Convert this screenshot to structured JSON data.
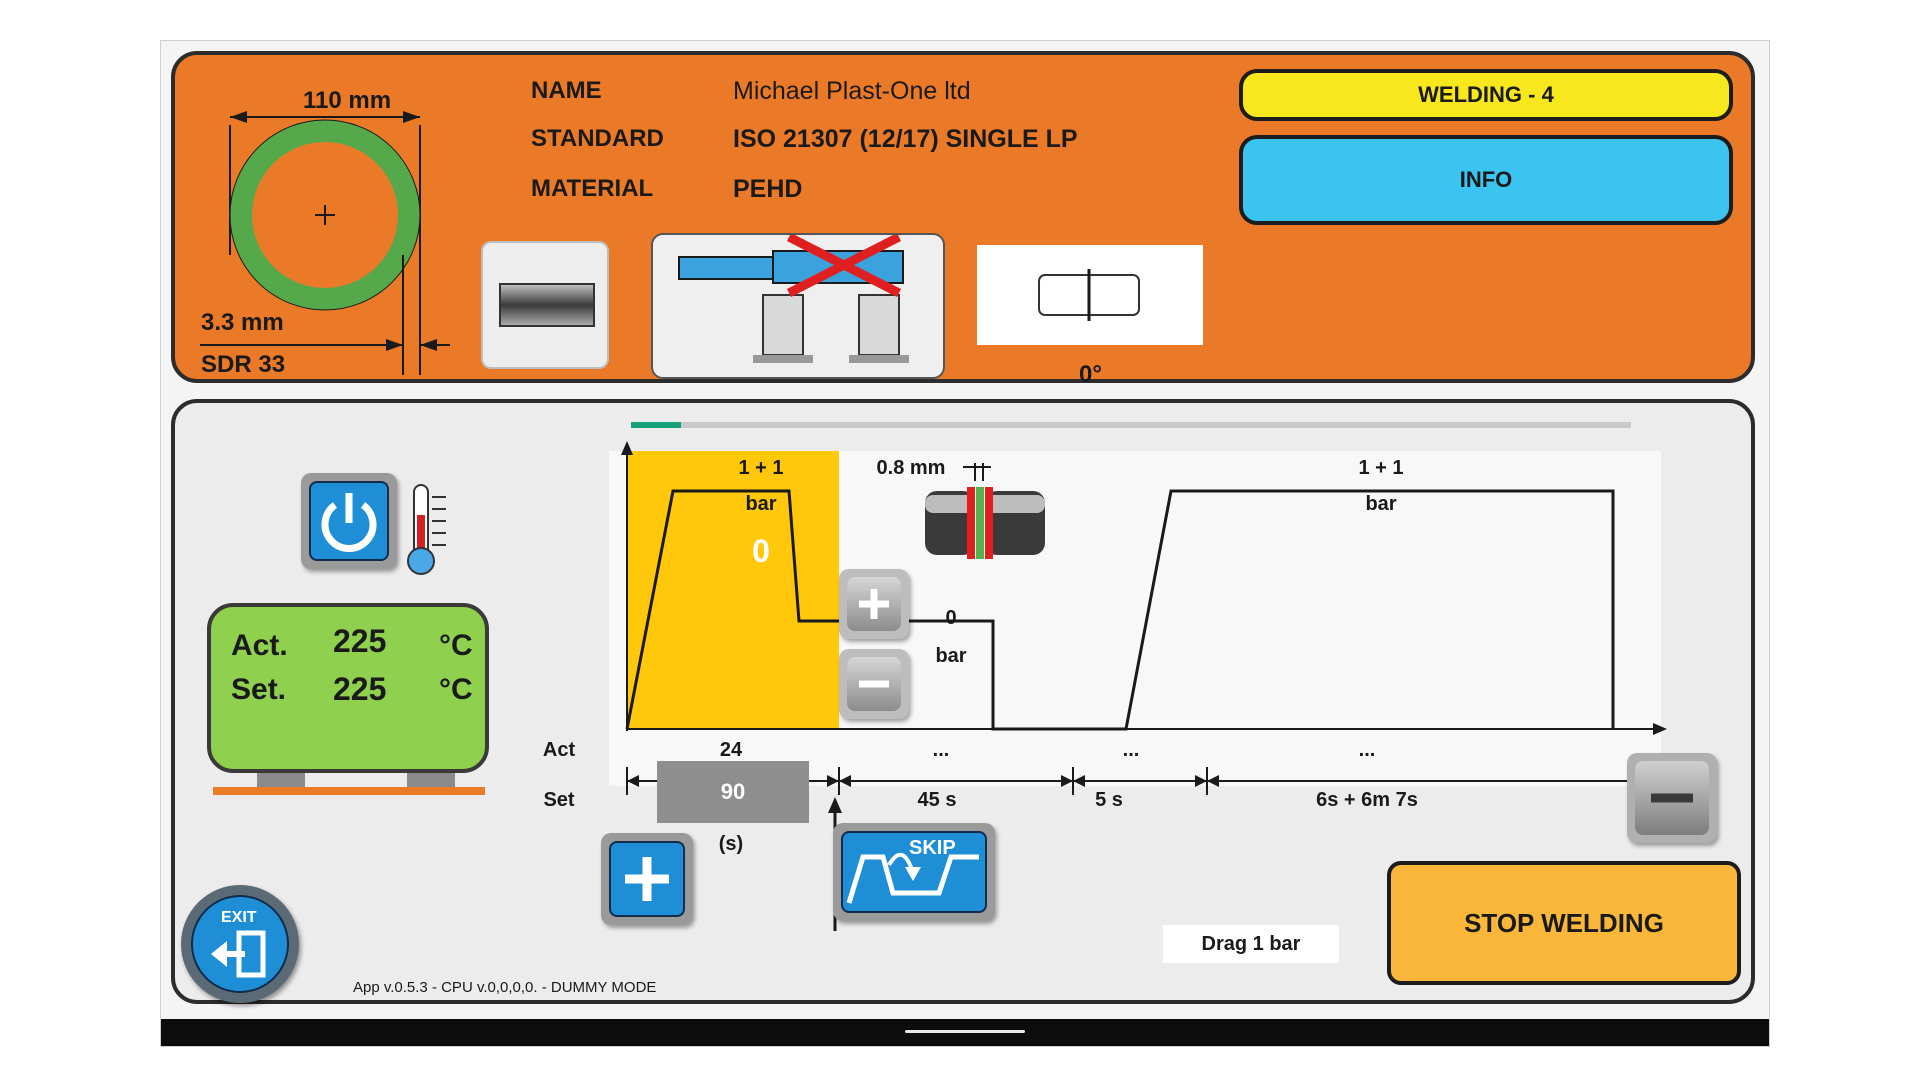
{
  "pipe": {
    "diameter": "110 mm",
    "wall": "3.3 mm",
    "sdr": "SDR 33"
  },
  "info": {
    "name_label": "NAME",
    "name_value": "Michael Plast-One ltd",
    "standard_label": "STANDARD",
    "standard_value": "ISO 21307 (12/17) SINGLE LP",
    "material_label": "MATERIAL",
    "material_value": "PEHD"
  },
  "angle": "0°",
  "status_badge": "WELDING - 4",
  "info_button": "INFO",
  "heater": {
    "act_label": "Act.",
    "act_value": "225",
    "set_label": "Set.",
    "set_value": "225",
    "unit": "°C"
  },
  "graph": {
    "phase1_pressure": "1 + 1",
    "phase1_unit": "bar",
    "phase1_live": "0",
    "gap": "0.8 mm",
    "phase2_pressure": "0",
    "phase2_unit": "bar",
    "phase4_pressure": "1 + 1",
    "phase4_unit": "bar"
  },
  "table": {
    "act_label": "Act",
    "set_label": "Set",
    "act_values": [
      "24",
      "...",
      "...",
      "..."
    ],
    "set_values": [
      "90",
      "45 s",
      "5 s",
      "6s + 6m 7s"
    ],
    "unit": "(s)"
  },
  "skip_label": "SKIP",
  "exit_label": "EXIT",
  "drag_label": "Drag 1 bar",
  "stop_button": "STOP WELDING",
  "footer": "App v.0.5.3 - CPU v.0,0,0,0. - DUMMY MODE",
  "progress": 0.05,
  "colors": {
    "orange": "#ea7a28",
    "yellow": "#f8e71c",
    "cyan": "#3cc4f0",
    "phase": "#ffc80a",
    "green": "#8fd14f",
    "stop": "#fbb73a"
  }
}
